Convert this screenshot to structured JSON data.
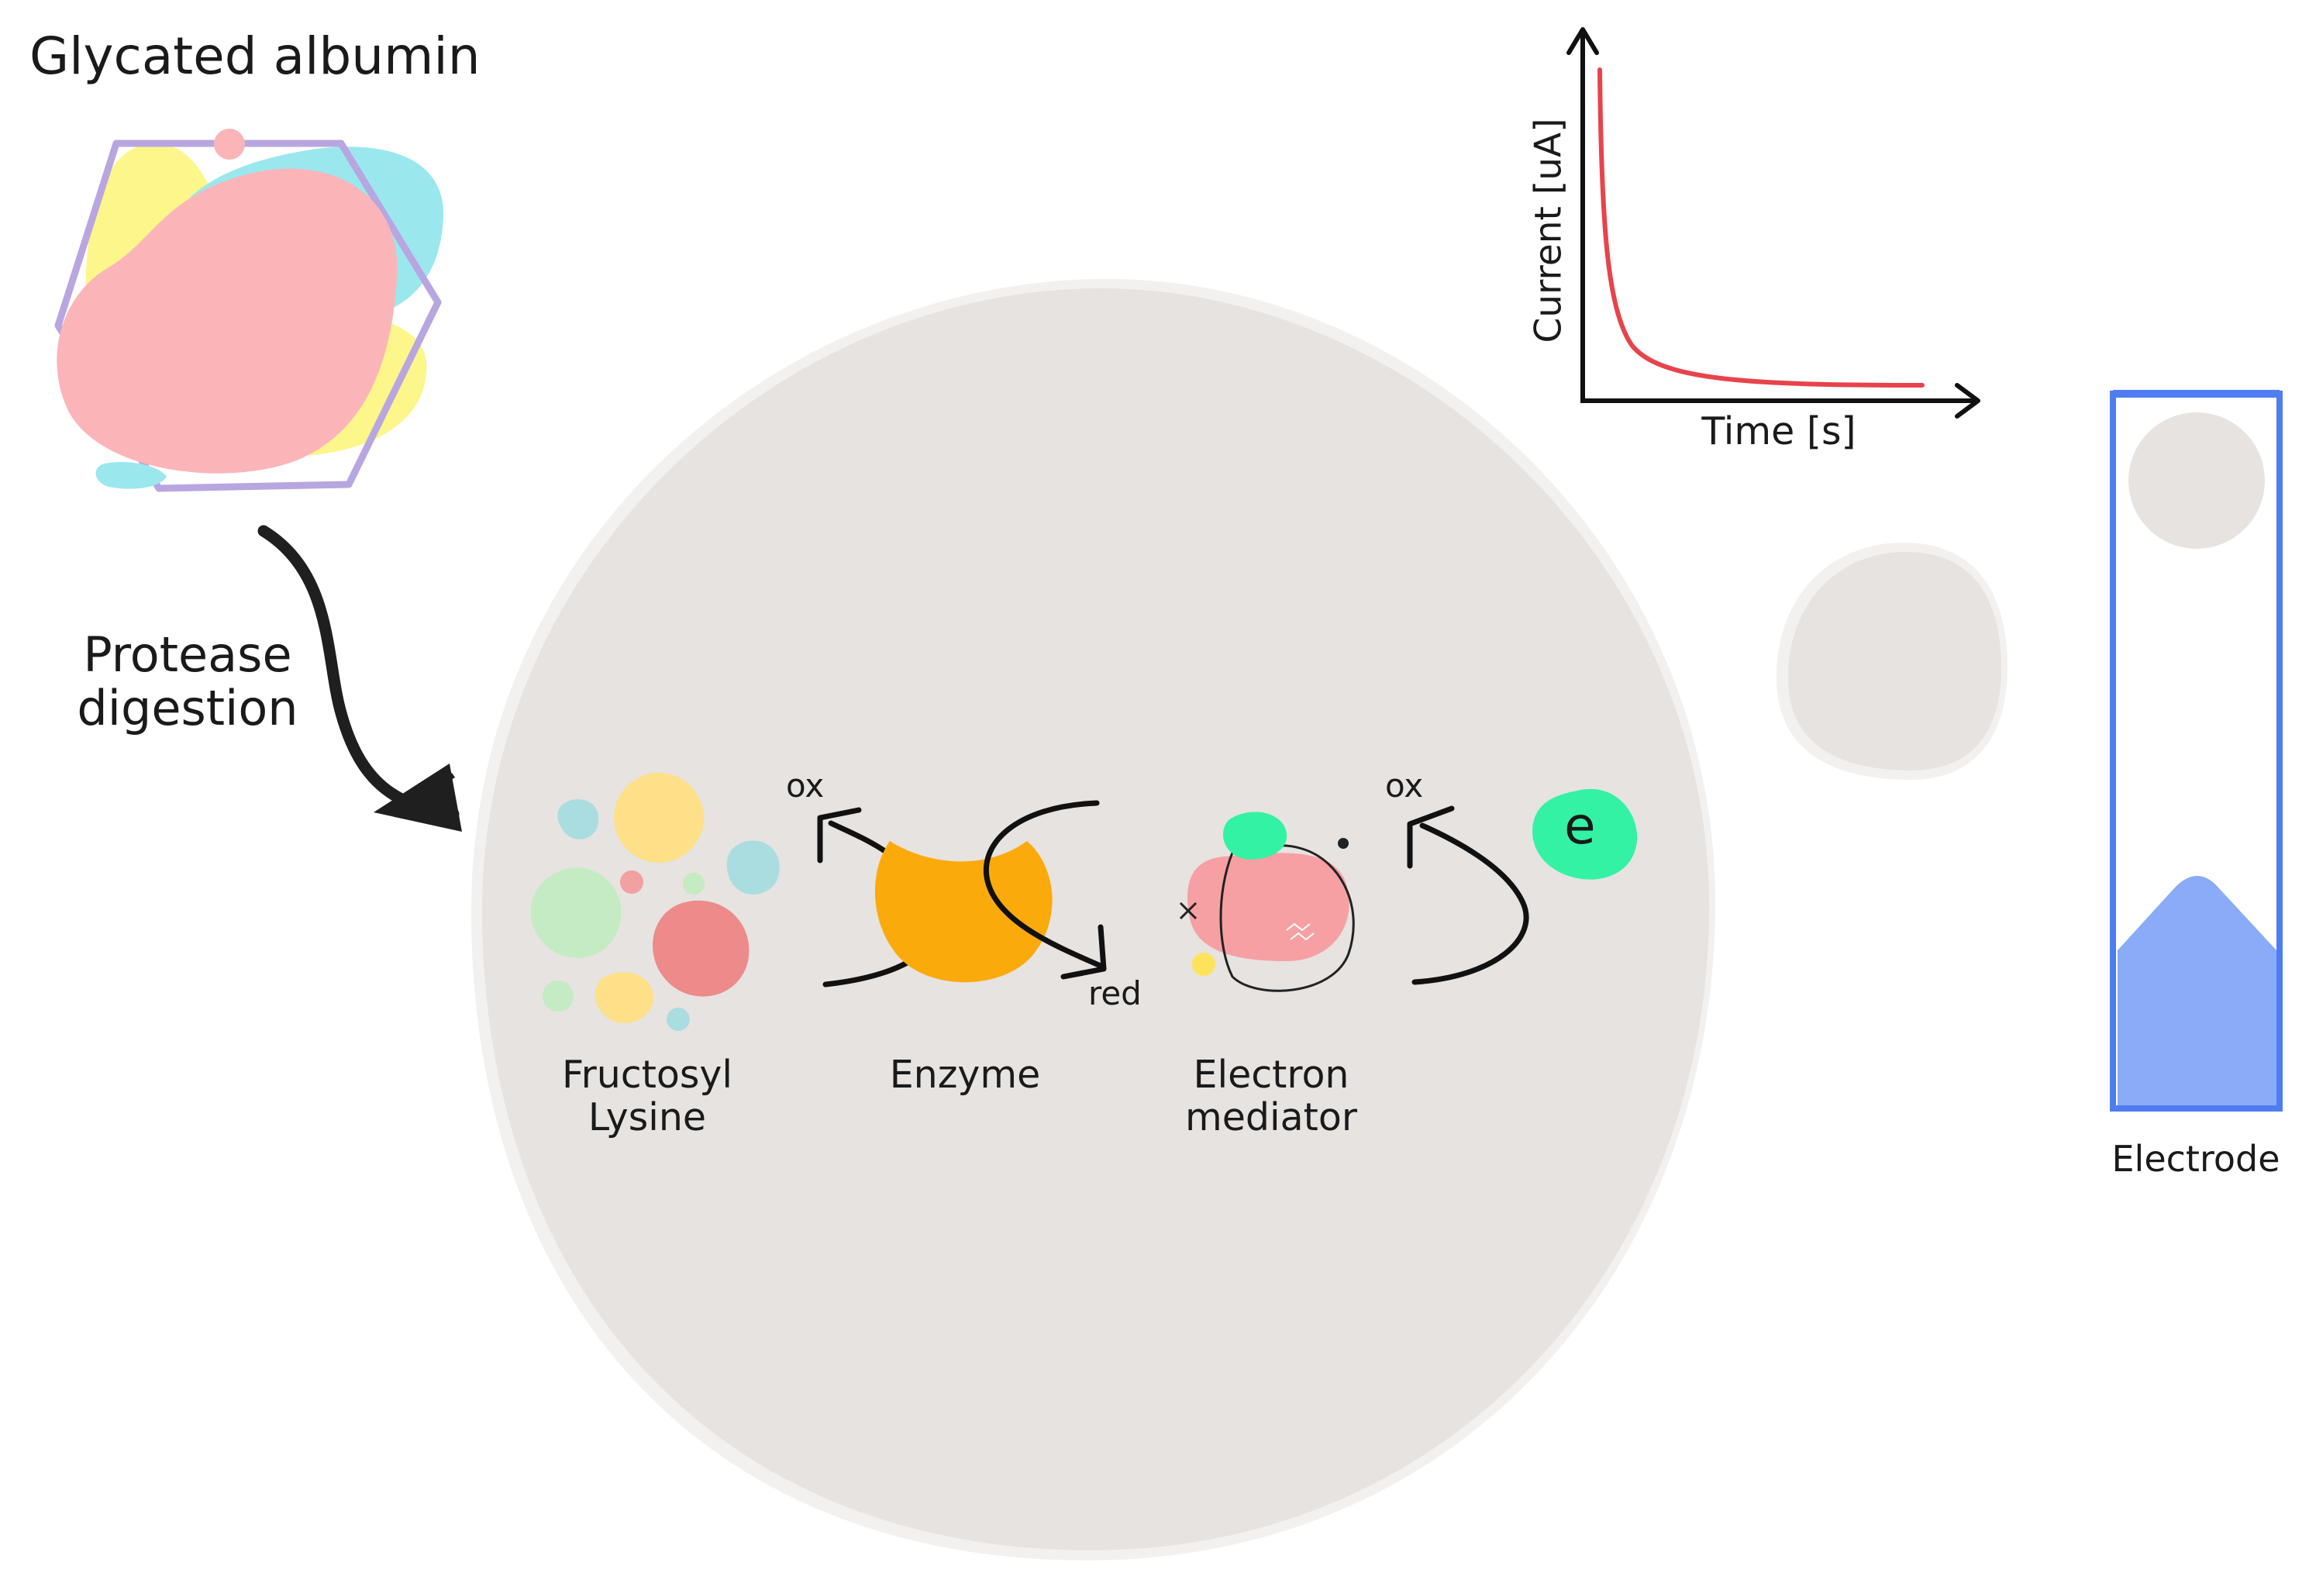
{
  "title": "Glycated albumin",
  "digestion_label": [
    "Protease",
    "digestion"
  ],
  "molecules": {
    "fructosyl_lysine": [
      "Fructosyl",
      "Lysine"
    ],
    "enzyme": "Enzyme",
    "electron_mediator": [
      "Electron",
      "mediator"
    ],
    "electron_symbol": "e"
  },
  "redox": {
    "ox_label_1": "ox",
    "red_label": "red",
    "ox_label_2": "ox"
  },
  "current_plot": {
    "xlabel": "Time [s]",
    "ylabel": "Current [uA]",
    "curve": "decaying",
    "curve_color": "#e8434b"
  },
  "electrode_label": "Electrode",
  "colors": {
    "droplet": "#e6e3e1",
    "droplet_edge": "#f3f1ef",
    "albumin_pink": "#fbb5b9",
    "albumin_cyan": "#9ae8ee",
    "albumin_yellow": "#fdf68b",
    "albumin_outline": "#b8a6e0",
    "enzyme_orange": "#fbaa0c",
    "mediator_green": "#33f2a4",
    "mediator_pink": "#f6a0a3",
    "fructosyl_red": "#ec8b89",
    "electrode_blue": "#4d7df0",
    "electrode_fill": "#8aabf7",
    "curve_red": "#e8434b"
  }
}
